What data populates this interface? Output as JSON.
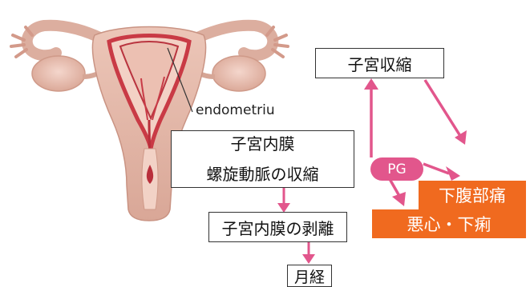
{
  "colors": {
    "arrow": "#e2568c",
    "effect_fill": "#f06a1f",
    "pg_fill": "#e2568c",
    "uterus_tissue": "#e7b9aa",
    "endometrium": "#c93a45"
  },
  "illustration": {
    "label": "endometriu",
    "icon": "uterus-illustration"
  },
  "flow": {
    "step1_line1": "子宮内膜",
    "step1_line2": "螺旋動脈の収縮",
    "step2": "子宮内膜の剥離",
    "step3": "月経"
  },
  "pg": {
    "label": "PG",
    "contraction": "子宮収縮",
    "effect_1": "下腹部痛",
    "effect_2": "悪心・下痢"
  }
}
